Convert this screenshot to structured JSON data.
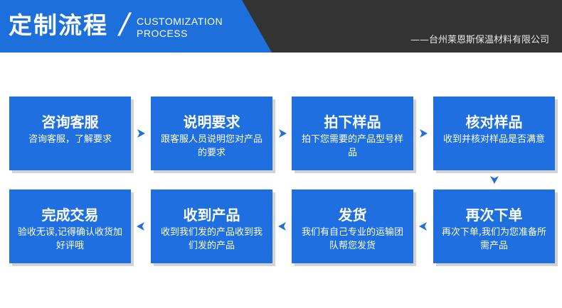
{
  "header": {
    "title": "定制流程",
    "slash": "/",
    "subtitle_line1": "CUSTOMIZATION",
    "subtitle_line2": "PROCESS",
    "company": "——台州莱恩斯保温材料有限公司"
  },
  "colors": {
    "blue": "#1f6fe0",
    "dark": "#333333",
    "shadow": "#d3d3d3"
  },
  "steps": [
    {
      "title": "咨询客服",
      "desc": "咨询客服，了解要求"
    },
    {
      "title": "说明要求",
      "desc": "跟客服人员说明您对产品的要求"
    },
    {
      "title": "拍下样品",
      "desc": "拍下您需要的产品型号样品"
    },
    {
      "title": "核对样品",
      "desc": "收到并核对样品是否满意"
    },
    {
      "title": "再次下单",
      "desc": "再次下单,我们为您准备所需产品"
    },
    {
      "title": "发货",
      "desc": "我们有自己专业的运输团队帮您发货"
    },
    {
      "title": "收到产品",
      "desc": "收到我们发的产品收到我们发的产品"
    },
    {
      "title": "完成交易",
      "desc": "验收无误,记得确认收货加好评哦"
    }
  ],
  "icons": {
    "arrow_right": "arrow-right-icon",
    "arrow_down": "arrow-down-icon",
    "arrow_left": "arrow-left-icon"
  }
}
